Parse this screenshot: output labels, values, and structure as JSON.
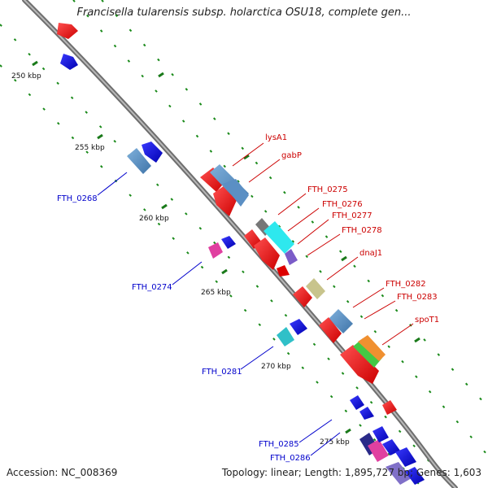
{
  "title": "Francisella tularensis subsp. holarctica OSU18, complete gen...",
  "footer": {
    "accession": "Accession: NC_008369",
    "topology": "Topology: linear; Length: 1,895,727 bp; Genes: 1,603"
  },
  "scale_labels": [
    "250 kbp",
    "255 kbp",
    "260 kbp",
    "265 kbp",
    "270 kbp",
    "275 kbp"
  ],
  "gene_labels": [
    {
      "text": "lysA1",
      "strand": "forward"
    },
    {
      "text": "gabP",
      "strand": "forward"
    },
    {
      "text": "FTH_0275",
      "strand": "forward"
    },
    {
      "text": "FTH_0276",
      "strand": "forward"
    },
    {
      "text": "FTH_0277",
      "strand": "forward"
    },
    {
      "text": "FTH_0278",
      "strand": "forward"
    },
    {
      "text": "dnaJ1",
      "strand": "forward"
    },
    {
      "text": "FTH_0282",
      "strand": "forward"
    },
    {
      "text": "FTH_0283",
      "strand": "forward"
    },
    {
      "text": "spoT1",
      "strand": "forward"
    },
    {
      "text": "FTH_0268",
      "strand": "reverse"
    },
    {
      "text": "FTH_0274",
      "strand": "reverse"
    },
    {
      "text": "FTH_0281",
      "strand": "reverse"
    },
    {
      "text": "FTH_0285",
      "strand": "reverse"
    },
    {
      "text": "FTH_0286",
      "strand": "reverse"
    }
  ],
  "colors": {
    "forward_label": "#cc0000",
    "reverse_label": "#0000cc",
    "backbone": "#8a8a8a",
    "tick": "#1a7a1a"
  }
}
